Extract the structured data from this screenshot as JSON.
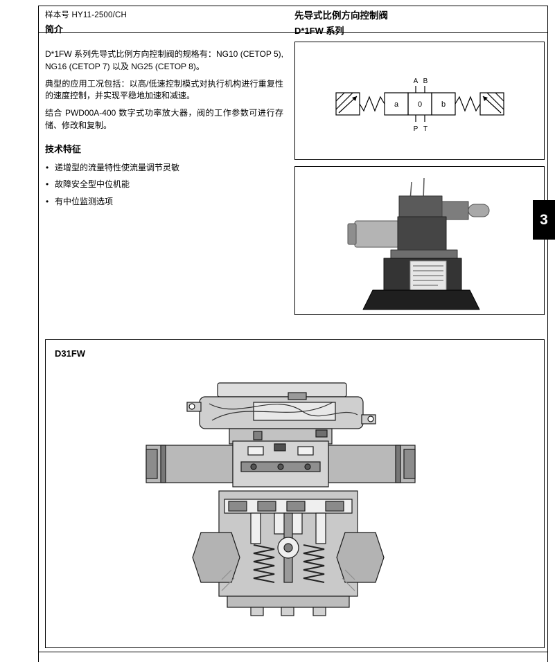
{
  "colors": {
    "tab_bg": "#000000",
    "tab_text": "#ffffff",
    "rule": "#000000"
  },
  "header": {
    "doc_number": "样本号 HY11-2500/CH",
    "section": "简介",
    "title": "先导式比例方向控制阀",
    "series": "D*1FW 系列"
  },
  "intro": {
    "p1": "D*1FW 系列先导式比例方向控制阀的规格有：NG10 (CETOP 5), NG16 (CETOP 7) 以及 NG25 (CETOP 8)。",
    "p2": "典型的应用工况包括：以高/低速控制模式对执行机构进行重复性的速度控制，并实现平稳地加速和减速。",
    "p3": "结合 PWD00A-400 数字式功率放大器，阀的工作参数可进行存储、修改和复制。"
  },
  "features": {
    "heading": "技术特征",
    "items": [
      "递增型的流量特性使流量调节灵敏",
      "故障安全型中位机能",
      "有中位监测选项"
    ]
  },
  "schematic": {
    "port_a": "A",
    "port_b": "B",
    "port_p": "P",
    "port_t": "T",
    "pos_a": "a",
    "pos_0": "0",
    "pos_b": "b"
  },
  "side_tab": {
    "number": "3"
  },
  "section_drawing": {
    "label": "D31FW"
  }
}
